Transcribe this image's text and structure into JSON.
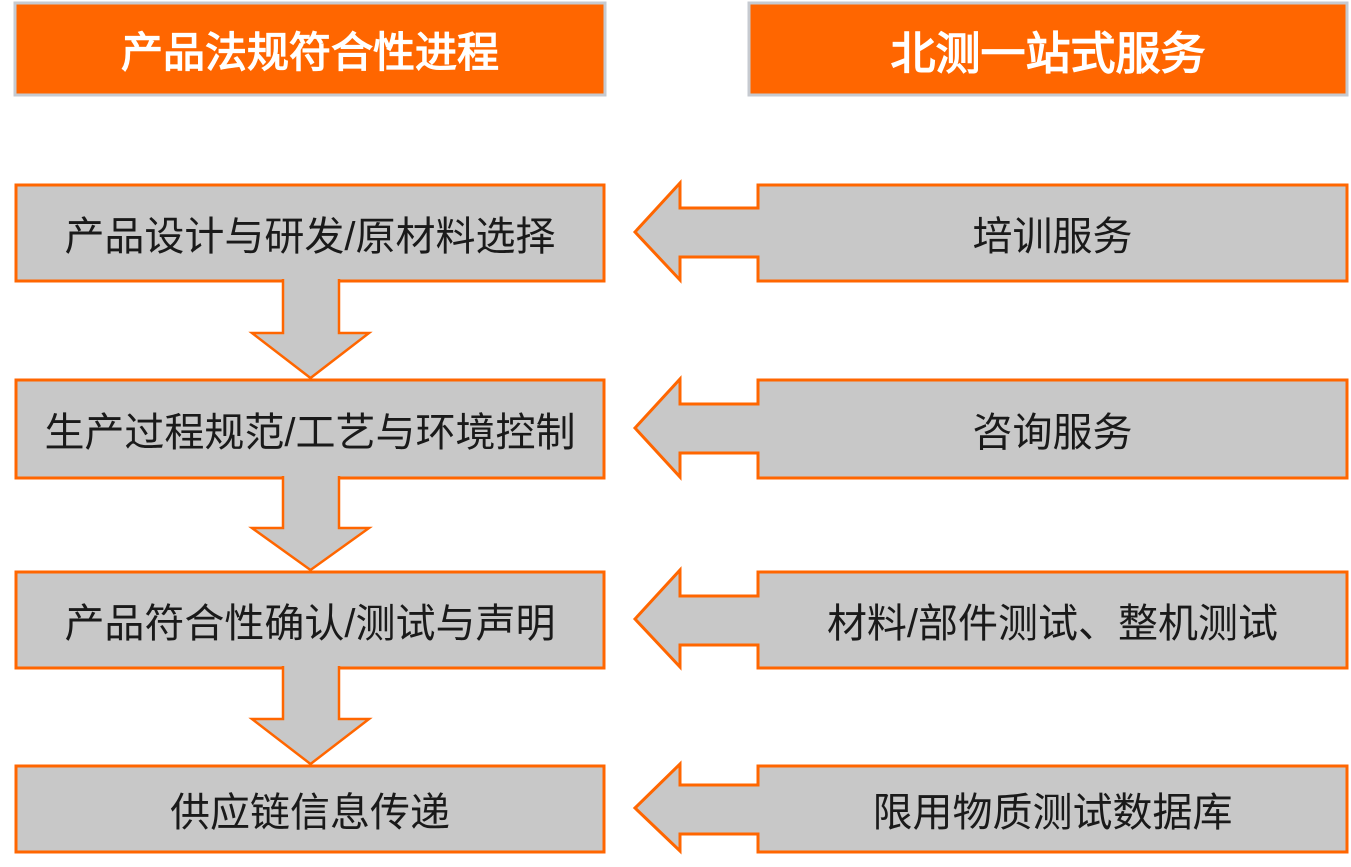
{
  "colors": {
    "accent_orange": "#FF6600",
    "shape_gray": "#C8C8C8",
    "header_border_silver": "#C6CAD0",
    "header_text": "#FFFFFF",
    "body_text": "#1A1A1A",
    "background": "#FFFFFF"
  },
  "headers": {
    "left": "产品法规符合性进程",
    "right": "北测一站式服务"
  },
  "process_steps": [
    {
      "label": "产品设计与研发/原材料选择"
    },
    {
      "label": "生产过程规范/工艺与环境控制"
    },
    {
      "label": "产品符合性确认/测试与声明"
    },
    {
      "label": "供应链信息传递"
    }
  ],
  "services": [
    {
      "label": "培训服务"
    },
    {
      "label": "咨询服务"
    },
    {
      "label": "材料/部件测试、整机测试"
    },
    {
      "label": "限用物质测试数据库"
    }
  ],
  "icons": {
    "down_arrow": "down-arrow block arrow (gray fill, orange outline)",
    "left_arrow": "left-arrow callout attached to service box (gray fill, orange outline)"
  }
}
